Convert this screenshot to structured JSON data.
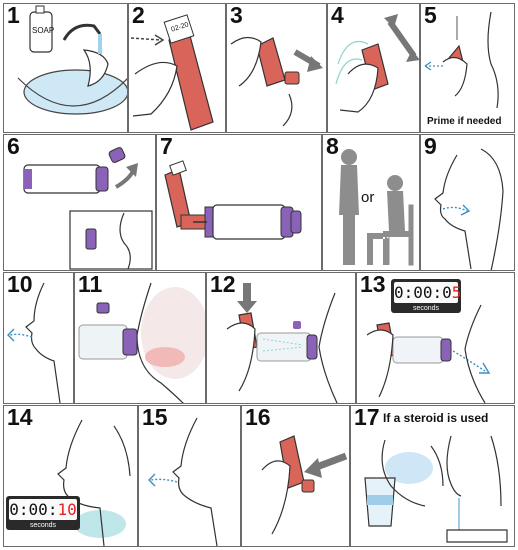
{
  "steps": [
    {
      "number": "1"
    },
    {
      "number": "2"
    },
    {
      "number": "3"
    },
    {
      "number": "4"
    },
    {
      "number": "5"
    },
    {
      "number": "6"
    },
    {
      "number": "7"
    },
    {
      "number": "8"
    },
    {
      "number": "9"
    },
    {
      "number": "10"
    },
    {
      "number": "11"
    },
    {
      "number": "12"
    },
    {
      "number": "13"
    },
    {
      "number": "14"
    },
    {
      "number": "15"
    },
    {
      "number": "16"
    },
    {
      "number": "17"
    }
  ],
  "labels": {
    "soap": "SOAP",
    "date": "02-20",
    "prime": "Prime if needed",
    "or": "or",
    "steroid": "If a steroid is used"
  },
  "timers": {
    "t13": {
      "digits": "0:00:0",
      "highlight": "5",
      "unit": "seconds"
    },
    "t14": {
      "digits": "0:00:",
      "highlight": "10",
      "unit": "seconds"
    }
  },
  "colors": {
    "inhaler": "#d9645a",
    "spacer_cap": "#8a63b8",
    "water": "#bfe0f2",
    "silhouette": "#8d8d8d",
    "digit_highlight": "#e52222"
  }
}
